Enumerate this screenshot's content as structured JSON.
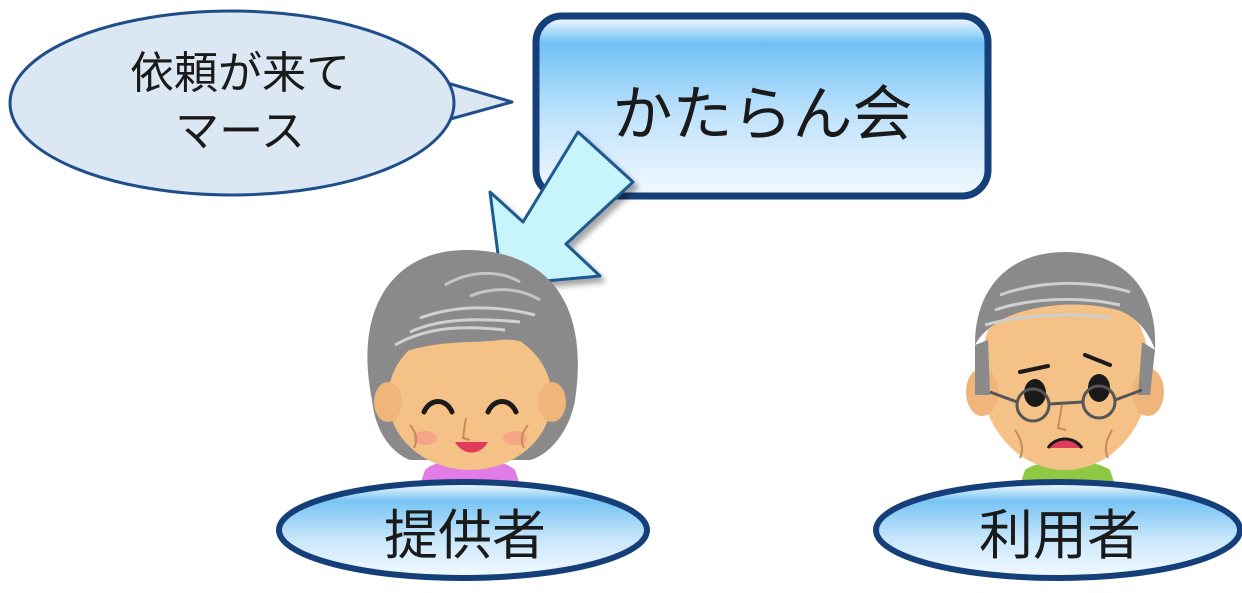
{
  "speech_bubble": {
    "line1": "依頼が来て",
    "line2": "マース"
  },
  "organization_box": {
    "label": "かたらん会"
  },
  "provider": {
    "label": "提供者"
  },
  "user": {
    "label": "利用者"
  },
  "colors": {
    "box_border": "#153f78",
    "box_fill_top": "#6fc0f5",
    "box_fill_bottom": "#eef7ff",
    "bubble_fill": "#dbe7f3",
    "arrow_fill": "#c8f5fb",
    "hair": "#8a8a8a",
    "skin": "#f4c186",
    "provider_shirt": "#e17be6",
    "user_shirt": "#8fc843"
  }
}
